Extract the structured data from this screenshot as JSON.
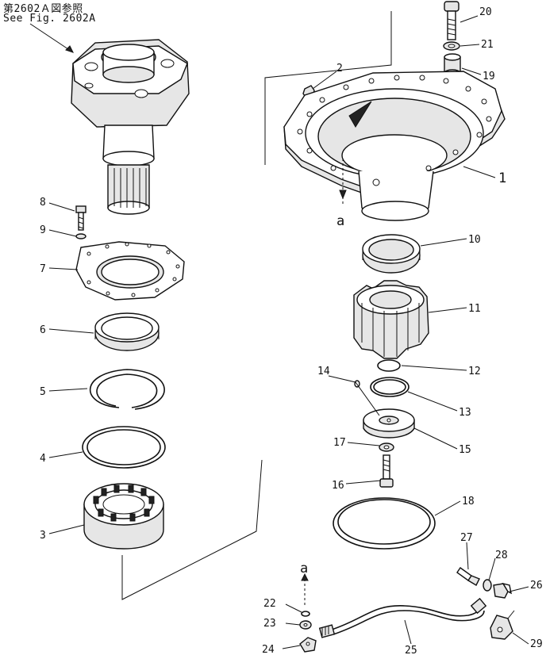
{
  "header": {
    "line1": "第2602Ａ図参照",
    "line2": "See  Fig. 2602A"
  },
  "callouts": [
    {
      "id": "1",
      "text": "1"
    },
    {
      "id": "2",
      "text": "2"
    },
    {
      "id": "3",
      "text": "3"
    },
    {
      "id": "4",
      "text": "4"
    },
    {
      "id": "5",
      "text": "5"
    },
    {
      "id": "6",
      "text": "6"
    },
    {
      "id": "7",
      "text": "7"
    },
    {
      "id": "8",
      "text": "8"
    },
    {
      "id": "9",
      "text": "9"
    },
    {
      "id": "10",
      "text": "10"
    },
    {
      "id": "11",
      "text": "11"
    },
    {
      "id": "12",
      "text": "12"
    },
    {
      "id": "13",
      "text": "13"
    },
    {
      "id": "14",
      "text": "14"
    },
    {
      "id": "15",
      "text": "15"
    },
    {
      "id": "16",
      "text": "16"
    },
    {
      "id": "17",
      "text": "17"
    },
    {
      "id": "18",
      "text": "18"
    },
    {
      "id": "19",
      "text": "19"
    },
    {
      "id": "20",
      "text": "20"
    },
    {
      "id": "21",
      "text": "21"
    },
    {
      "id": "22",
      "text": "22"
    },
    {
      "id": "23",
      "text": "23"
    },
    {
      "id": "24",
      "text": "24"
    },
    {
      "id": "25",
      "text": "25"
    },
    {
      "id": "26",
      "text": "26"
    },
    {
      "id": "27",
      "text": "27"
    },
    {
      "id": "28",
      "text": "28"
    },
    {
      "id": "29",
      "text": "29"
    }
  ],
  "reference_marks": {
    "a_top": "a",
    "a_bottom": "a"
  }
}
